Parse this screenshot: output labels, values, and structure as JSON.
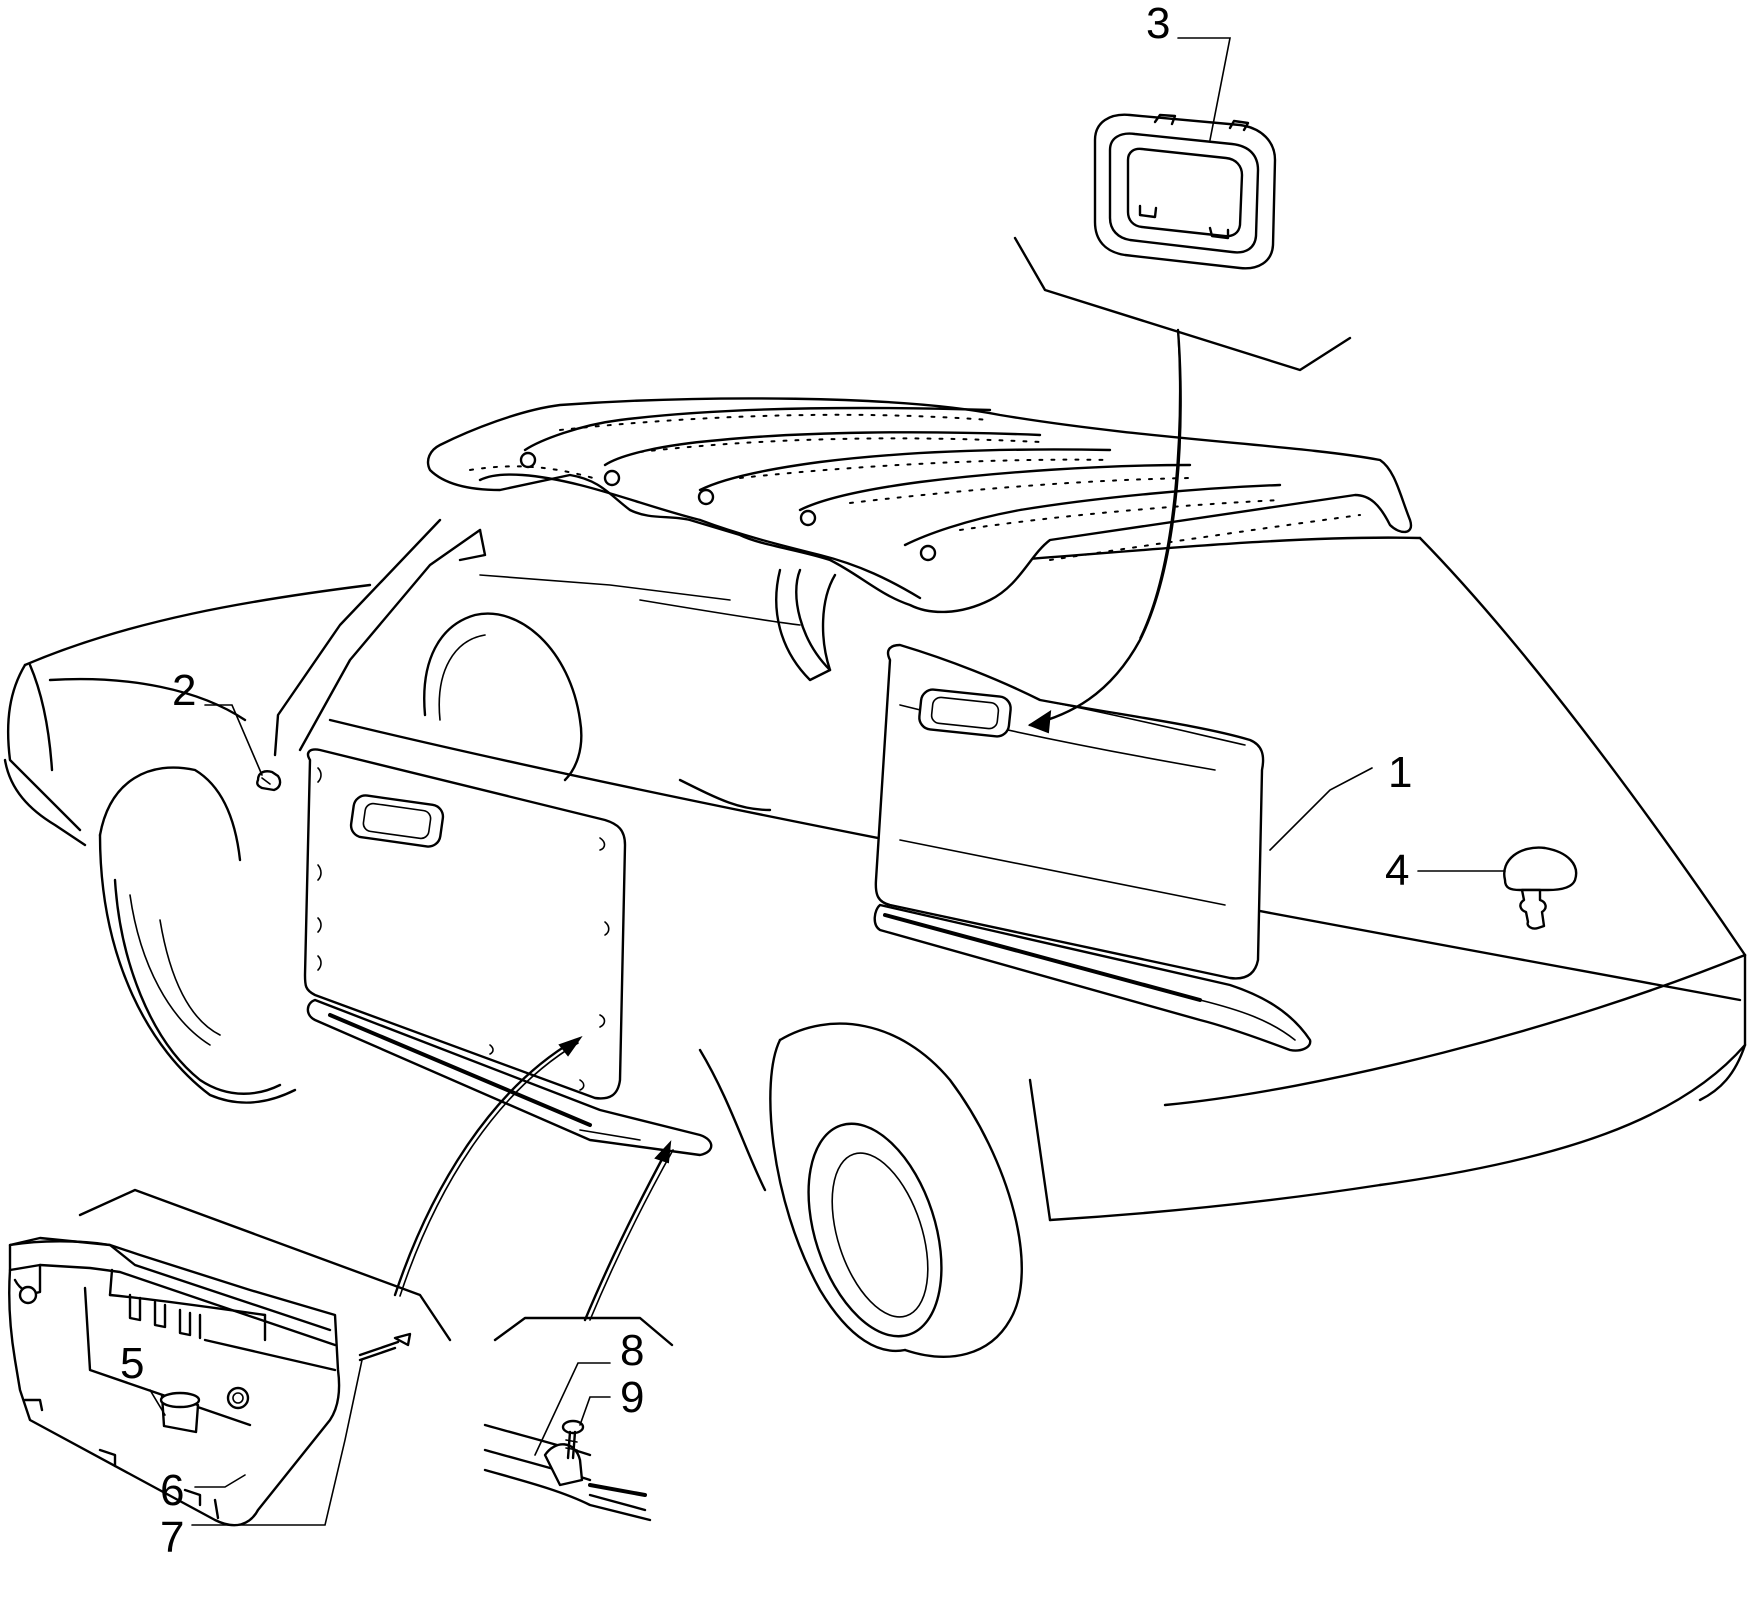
{
  "callouts": [
    {
      "id": "callout-1",
      "number": "1"
    },
    {
      "id": "callout-2",
      "number": "2"
    },
    {
      "id": "callout-3",
      "number": "3"
    },
    {
      "id": "callout-4",
      "number": "4"
    },
    {
      "id": "callout-5",
      "number": "5"
    },
    {
      "id": "callout-6",
      "number": "6"
    },
    {
      "id": "callout-7",
      "number": "7"
    },
    {
      "id": "callout-8",
      "number": "8"
    },
    {
      "id": "callout-9",
      "number": "9"
    }
  ]
}
